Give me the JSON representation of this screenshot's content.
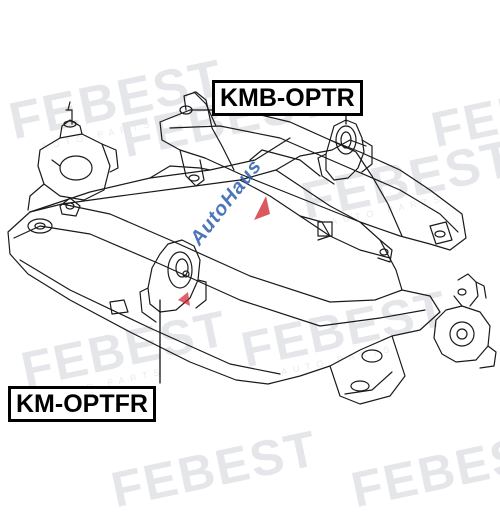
{
  "labels": {
    "rear_mount_part": "KMB-OPTR",
    "front_mount_part": "KM-OPTFR"
  },
  "watermarks": {
    "brand": "FEBEST",
    "auto_parts": "AUTO PARTS",
    "site": "AutoHaus"
  },
  "colors": {
    "line": "#1a1a1a",
    "watermark": "#e4e6ea",
    "site_blue": "#2d5fb0",
    "site_red": "#d0202a"
  }
}
